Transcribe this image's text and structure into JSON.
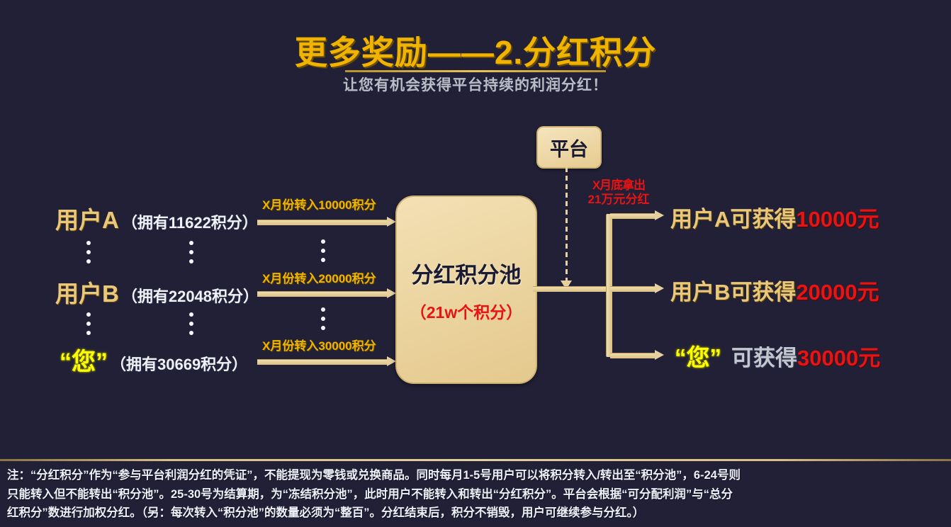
{
  "header": {
    "title": "更多奖励——2.分红积分",
    "subtitle": "让您有机会获得平台持续的利润分红！"
  },
  "colors": {
    "background": "#212036",
    "gold": "#e9c87d",
    "gold_bright": "#f0b400",
    "yellow": "#ffff00",
    "red": "#e81414",
    "white": "#f2f4f8",
    "panel": "#e4c98d"
  },
  "left_users": [
    {
      "name": "用户A",
      "points": "（拥有11622积分）"
    },
    {
      "name": "用户B",
      "points": "（拥有22048积分）"
    },
    {
      "name": "“您”",
      "points": "（拥有30669积分）"
    }
  ],
  "transfer_labels": [
    "X月份转入10000积分",
    "X月份转入20000积分",
    "X月份转入30000积分"
  ],
  "pool": {
    "title": "分红积分池",
    "subtitle": "（21w个积分）"
  },
  "platform": {
    "label": "平台",
    "note_line1": "X月底拿出",
    "note_line2": "21万元分红"
  },
  "payouts": [
    {
      "label": "用户A可获得",
      "amount": "10000元",
      "style": "gold"
    },
    {
      "label": "用户B可获得",
      "amount": "20000元",
      "style": "gold"
    },
    {
      "name": "“您”",
      "label": "可获得",
      "amount": "30000元",
      "style": "you"
    }
  ],
  "footnote": {
    "line1": "注：“分红积分”作为“参与平台利润分红的凭证”，不能提现为零钱或兑换商品。同时每月1-5号用户可以将积分转入/转出至“积分池”，6-24号则",
    "line2": "只能转入但不能转出“积分池”。25-30号为结算期，为“冻结积分池”，此时用户不能转入和转出“分红积分”。平台会根据“可分配利润”与“总分",
    "line3": "红积分”数进行加权分红。（另：每次转入“积分池”的数量必须为“整百”。分红结束后，积分不销毁，用户可继续参与分红。）"
  }
}
